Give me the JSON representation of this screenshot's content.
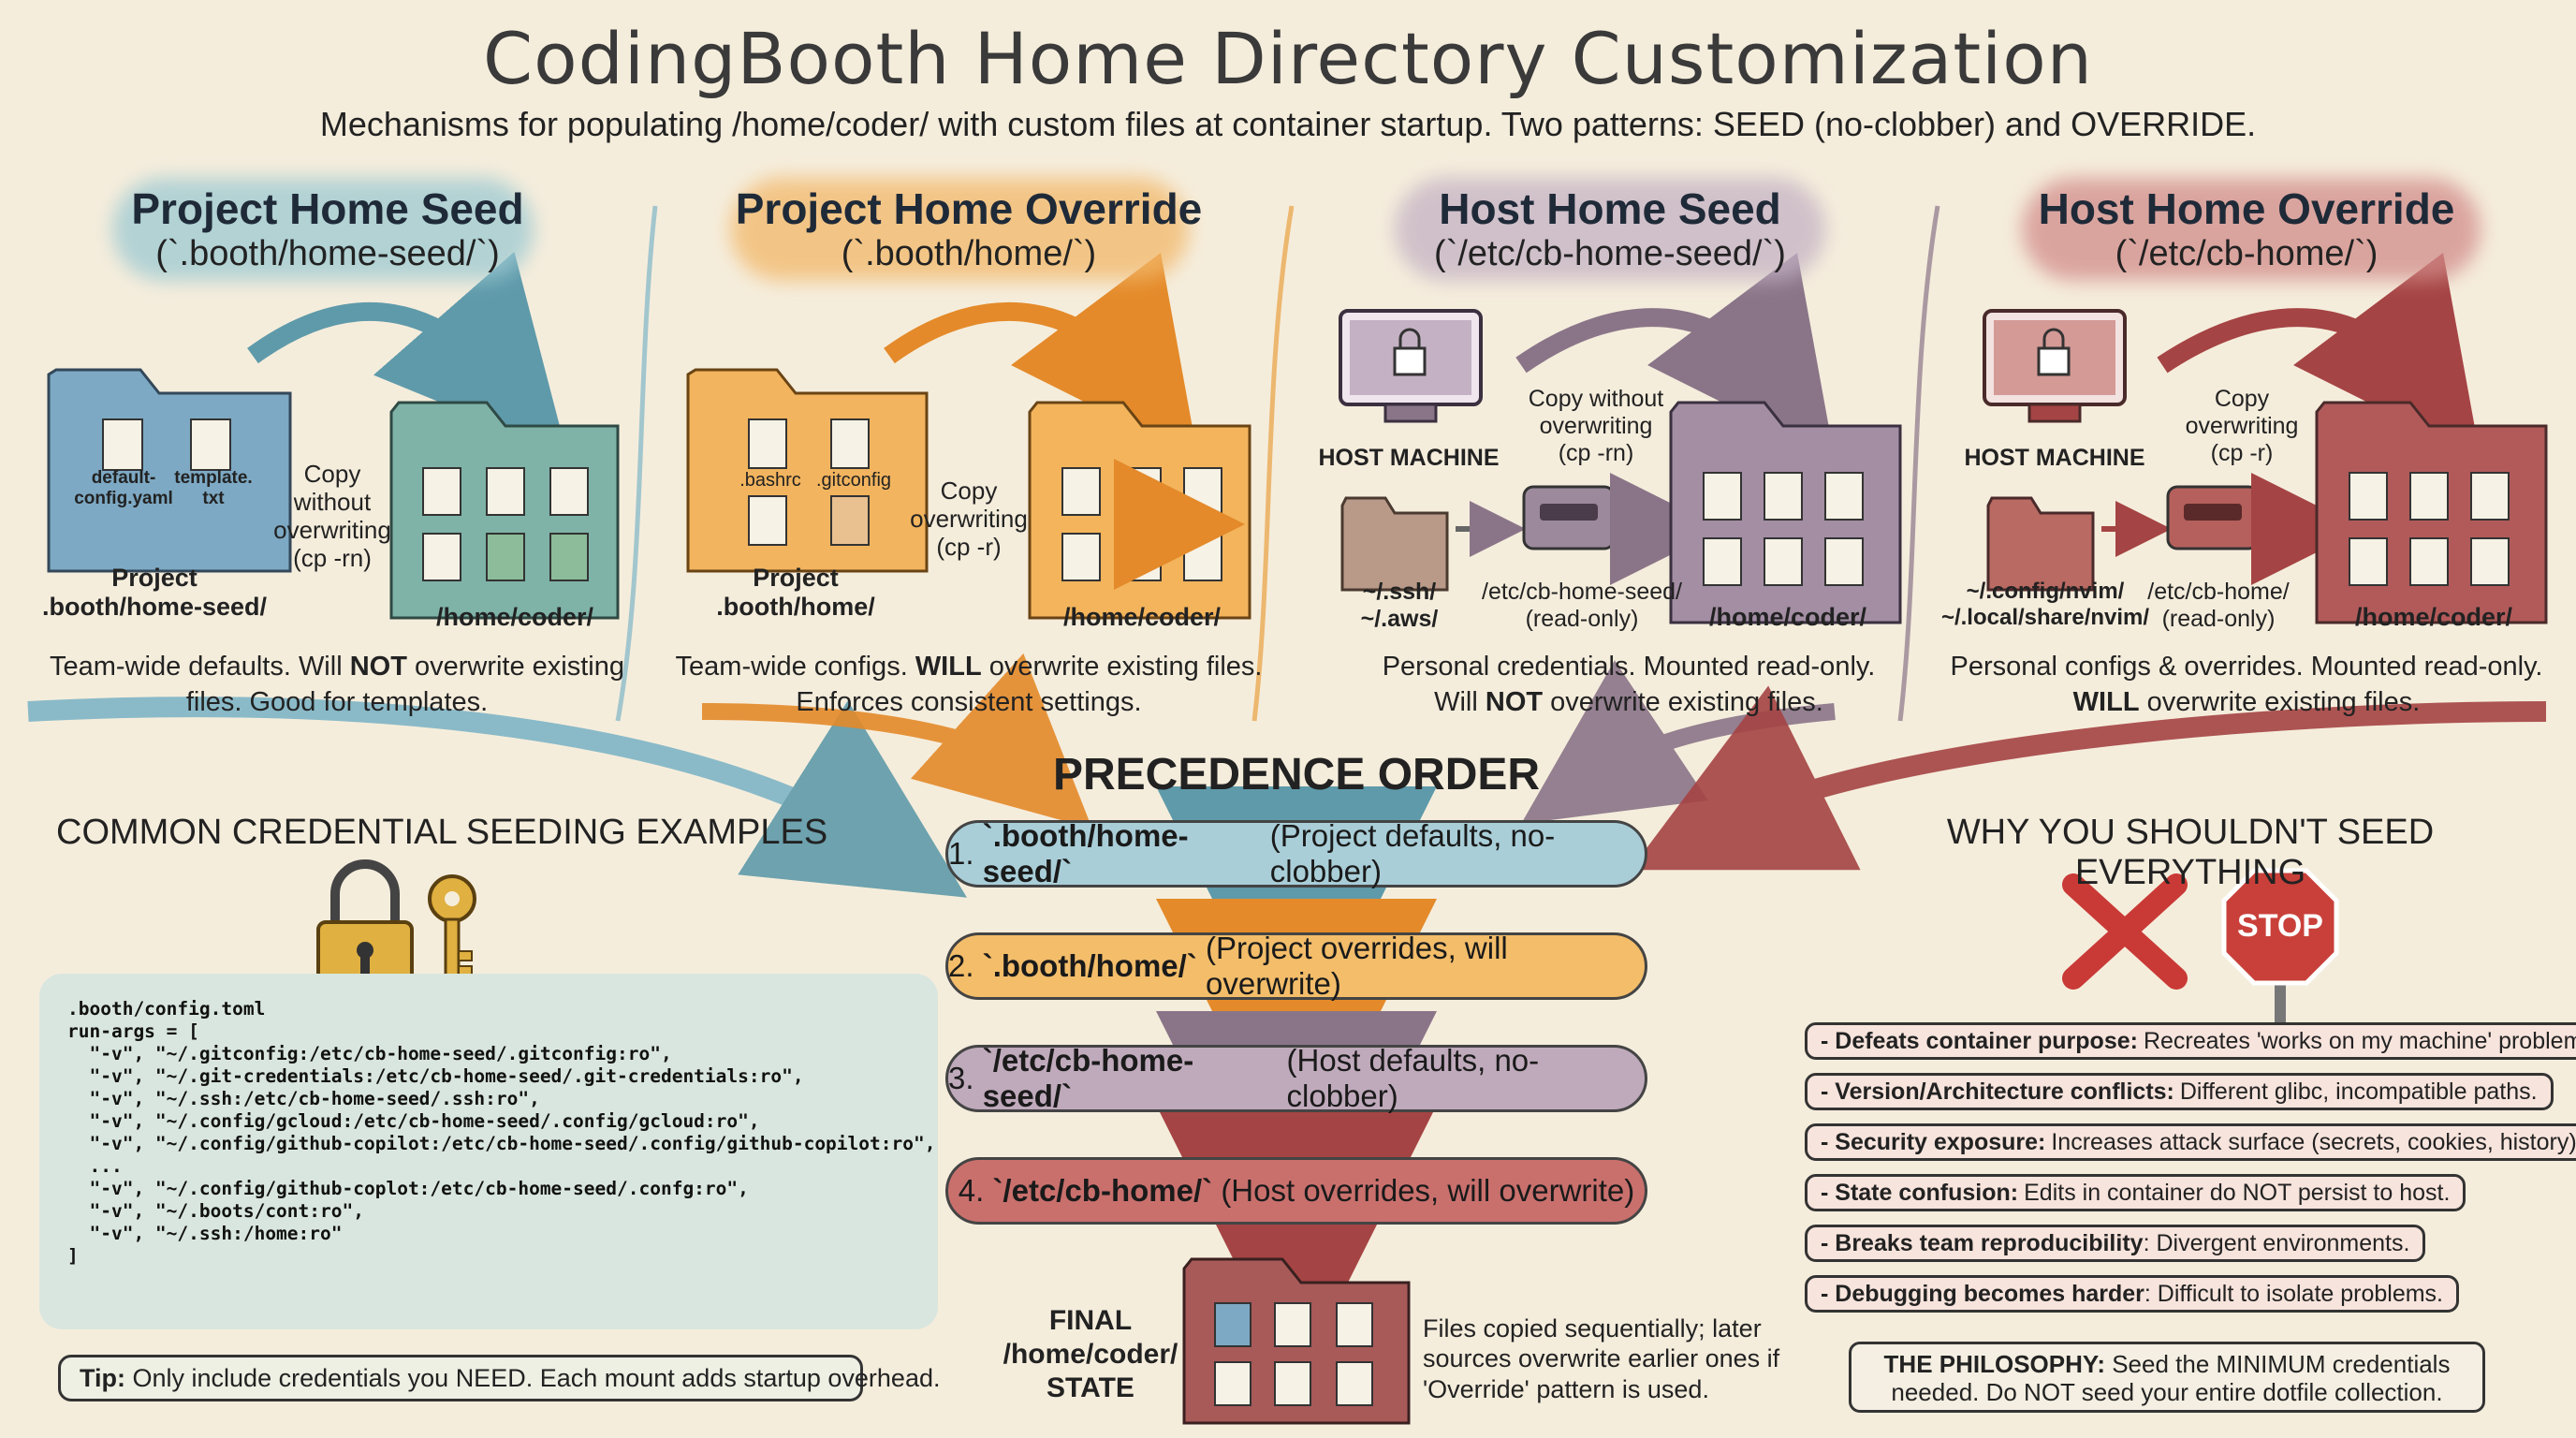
{
  "title": "CodingBooth Home Directory Customization",
  "subtitle": "Mechanisms for populating /home/coder/ with custom files at container startup. Two patterns: SEED (no-clobber) and OVERRIDE.",
  "sections": [
    {
      "title": "Project Home Seed",
      "path": "(`.booth/home-seed/`)",
      "source_label": "Project\n.booth/home-seed/",
      "files": [
        "default-\nconfig.yaml",
        "template.\ntxt"
      ],
      "copy_label": "Copy\nwithout\noverwriting\n(cp -rn)",
      "dest_label": "/home/coder/",
      "desc_parts": [
        "Team-wide defaults. Will ",
        "NOT",
        " overwrite existing files. Good for templates."
      ],
      "color": "#7fb5c6"
    },
    {
      "title": "Project Home Override",
      "path": "(`.booth/home/`)",
      "source_label": "Project\n.booth/home/",
      "files": [
        ".bashrc",
        ".gitconfig"
      ],
      "copy_label": "Copy\noverwriting\n(cp -r)",
      "dest_label": "/home/coder/",
      "desc_parts": [
        "Team-wide configs. ",
        "WILL",
        " overwrite existing files. Enforces consistent settings."
      ],
      "color": "#f0a848"
    },
    {
      "title": "Host Home Seed",
      "path": "(`/etc/cb-home-seed/`)",
      "host_label": "HOST MACHINE",
      "source_label": "~/.ssh/\n~/.aws/",
      "mount_label": "/etc/cb-home-seed/\n(read-only)",
      "copy_label": "Copy without\noverwriting\n(cp -rn)",
      "dest_label": "/home/coder/",
      "desc_parts": [
        "Personal credentials. Mounted read-only.\nWill ",
        "NOT",
        " overwrite existing files."
      ],
      "color": "#a08aa0"
    },
    {
      "title": "Host Home Override",
      "path": "(`/etc/cb-home/`)",
      "host_label": "HOST MACHINE",
      "source_label": "~/.config/nvim/\n~/.local/share/nvim/",
      "mount_label": "/etc/cb-home/\n(read-only)",
      "copy_label": "Copy\noverwriting\n(cp -r)",
      "dest_label": "/home/coder/",
      "desc_parts": [
        "Personal configs & overrides. Mounted read-only.\n",
        "WILL",
        " overwrite existing files."
      ],
      "color": "#b25a5a"
    }
  ],
  "precedence": {
    "title": "PRECEDENCE ORDER",
    "steps": [
      {
        "num": "1.",
        "path": "`.booth/home-seed/`",
        "note": "(Project defaults, no-clobber)",
        "color": "#a9ced8"
      },
      {
        "num": "2.",
        "path": "`.booth/home/`",
        "note": "(Project overrides, will overwrite)",
        "color": "#f3bd6a"
      },
      {
        "num": "3.",
        "path": "`/etc/cb-home-seed/`",
        "note": "(Host defaults, no-clobber)",
        "color": "#bfaabb"
      },
      {
        "num": "4.",
        "path": "`/etc/cb-home/`",
        "note": "(Host overrides, will overwrite)",
        "color": "#c9706d"
      }
    ],
    "final_label": "FINAL\n/home/coder/\nSTATE",
    "final_note": "Files copied sequentially; later sources overwrite earlier ones if 'Override' pattern is used."
  },
  "credentials": {
    "title": "COMMON CREDENTIAL SEEDING EXAMPLES",
    "code_lines": [
      ".booth/config.toml",
      "run-args = [",
      "  \"-v\", \"~/.gitconfig:/etc/cb-home-seed/.gitconfig:ro\",",
      "  \"-v\", \"~/.git-credentials:/etc/cb-home-seed/.git-credentials:ro\",",
      "  \"-v\", \"~/.ssh:/etc/cb-home-seed/.ssh:ro\",",
      "  \"-v\", \"~/.config/gcloud:/etc/cb-home-seed/.config/gcloud:ro\",",
      "  \"-v\", \"~/.config/github-copilot:/etc/cb-home-seed/.config/github-copilot:ro\",",
      "  ...",
      "  \"-v\", \"~/.config/github-coplot:/etc/cb-home-seed/.confg:ro\",",
      "  \"-v\", \"~/.boots/cont:ro\",",
      "  \"-v\", \"~/.ssh:/home:ro\"",
      "]"
    ],
    "tip_bold": "Tip:",
    "tip_text": " Only include credentials you NEED. Each mount adds startup overhead."
  },
  "why": {
    "title": "WHY YOU SHOULDN'T SEED EVERYTHING",
    "stop_text": "STOP",
    "items": [
      {
        "bold": "- Defeats container purpose:",
        "text": "Recreates 'works on my machine' problem."
      },
      {
        "bold": "- Version/Architecture conflicts:",
        "text": "Different glibc, incompatible paths."
      },
      {
        "bold": "- Security exposure:",
        "text": "Increases attack surface (secrets, cookies, history)."
      },
      {
        "bold": "- State confusion:",
        "text": "Edits in container do NOT persist to host."
      },
      {
        "bold": "- Breaks team reproducibility",
        "text": ": Divergent environments."
      },
      {
        "bold": "- Debugging becomes harder",
        "text": ": Difficult to isolate problems."
      }
    ],
    "philosophy_bold": "THE PHILOSOPHY:",
    "philosophy_text": " Seed the MINIMUM credentials needed. Do NOT seed your entire dotfile collection."
  }
}
